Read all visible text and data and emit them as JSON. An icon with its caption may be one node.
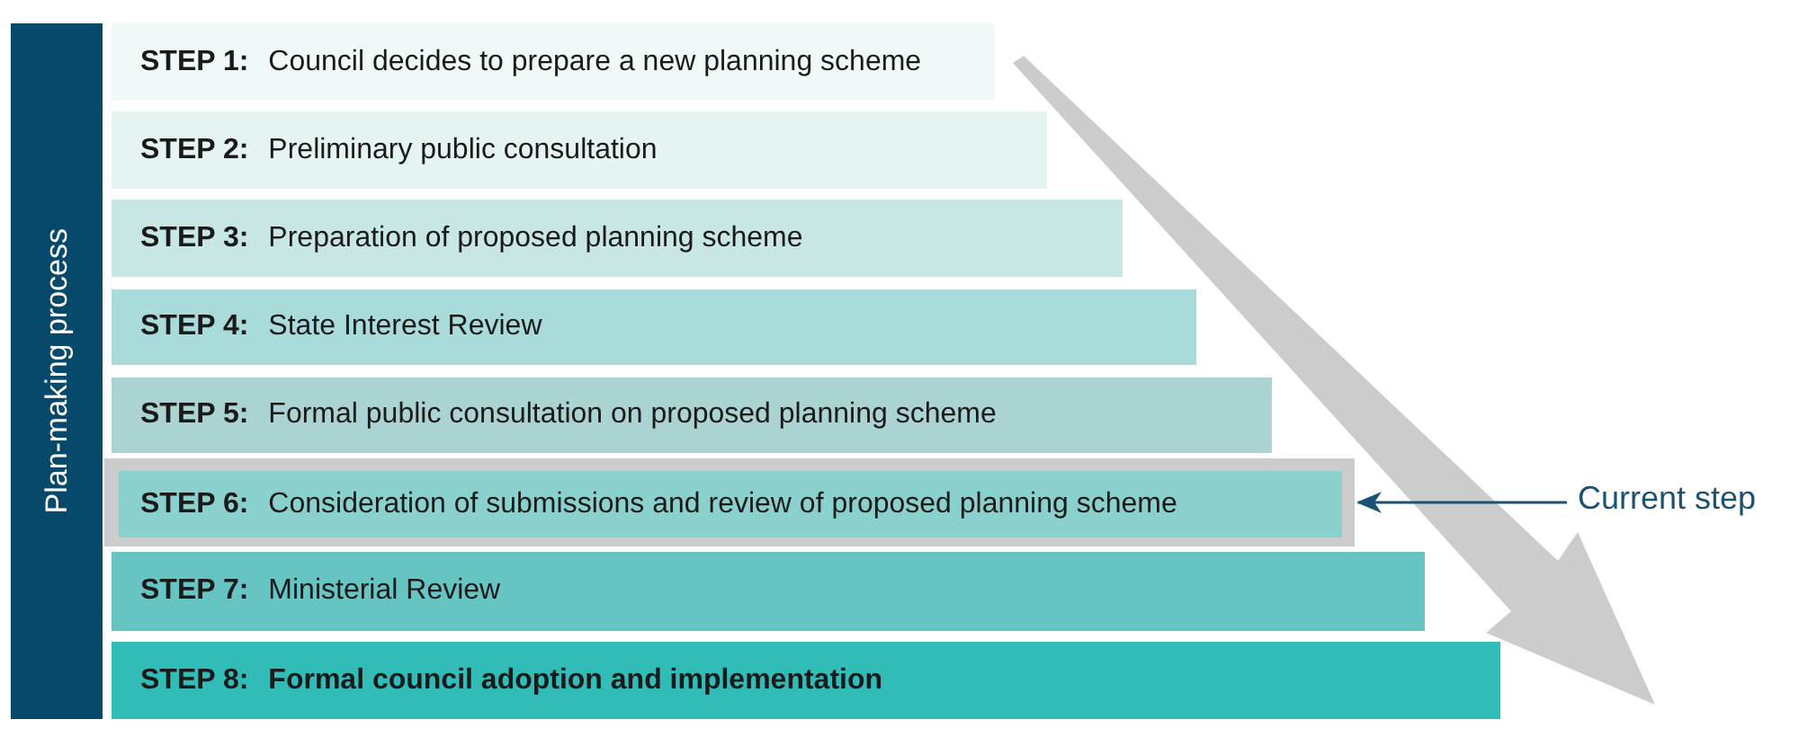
{
  "diagram": {
    "nodes": [
      {
        "text": [
          "Plan-making process"
        ]
      },
      {
        "text": [
          "STEP 1:",
          "Council decides to prepare a new planning scheme"
        ]
      },
      {
        "text": [
          "STEP 2:",
          "Preliminary public consultation"
        ]
      },
      {
        "text": [
          "STEP 3:",
          "Preparation of proposed planning scheme"
        ]
      },
      {
        "text": [
          "STEP 4:",
          "State Interest Review"
        ]
      },
      {
        "text": [
          "STEP 5:",
          "Formal public consultation on proposed planning scheme"
        ]
      },
      {
        "text": [
          "STEP 6:",
          "Consideration of submissions and review of proposed planning scheme"
        ]
      },
      {
        "text": [
          "STEP 7:",
          "Ministerial Review"
        ]
      },
      {
        "text": [
          "STEP 8:",
          "Formal council adoption and implementation"
        ]
      },
      {
        "text": [
          "Current step"
        ]
      }
    ],
    "edges": [
      {
        "from": 9,
        "to": 6,
        "arrow": "to"
      }
    ]
  }
}
